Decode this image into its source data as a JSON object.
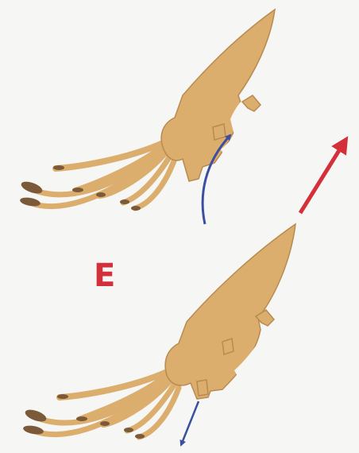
{
  "label": "E",
  "colors": {
    "background": "#f6f6f4",
    "body_fill": "#dcae6e",
    "body_stroke": "#b88a50",
    "tentacle_tip": "#7a5a38",
    "water_flow_arrow": "#3a4fa0",
    "motion_arrow": "#d4303a",
    "label": "#d4303a"
  },
  "icons": [
    "squid-intake",
    "squid-expel",
    "water-inflow-arrow",
    "water-outflow-arrow",
    "motion-arrow"
  ]
}
